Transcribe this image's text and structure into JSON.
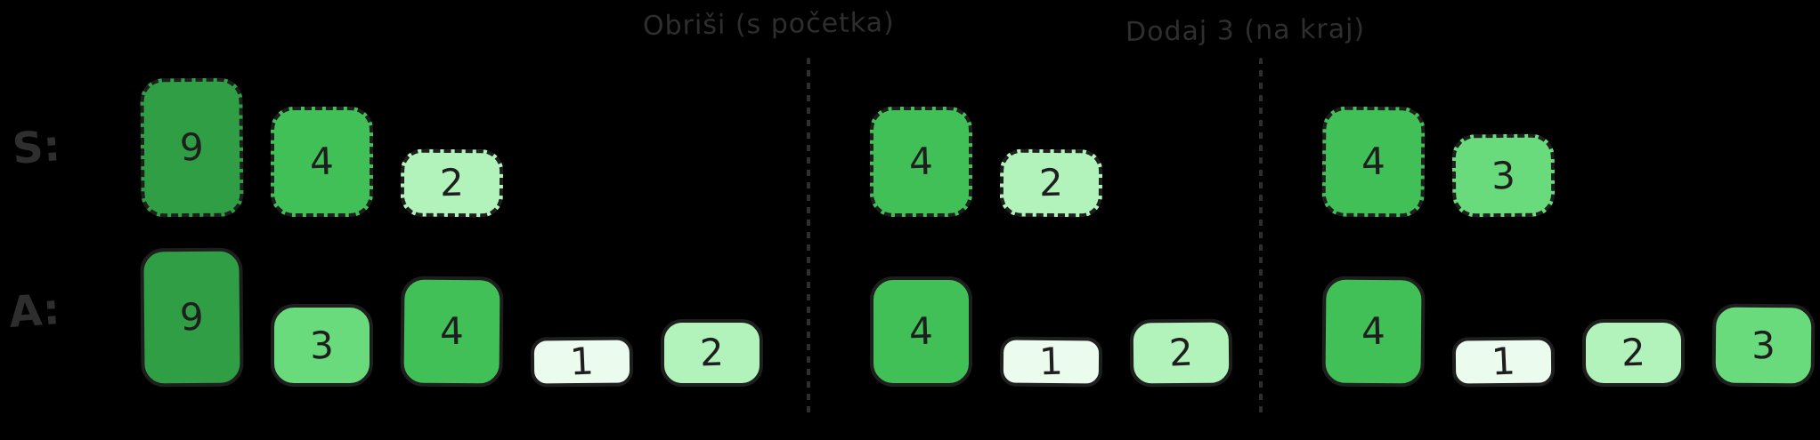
{
  "canvas": {
    "background": "#000000"
  },
  "headers": [
    "Obriši (s početka)",
    "Dodaj 3 (na kraj)"
  ],
  "row_labels": {
    "stack": "S:",
    "array": "A:"
  },
  "colors": {
    "stroke": "#1e1e1e",
    "annotation": "#2e2e2e",
    "value_fills": {
      "1": "#ebfbee",
      "2": "#b2f2bb",
      "3": "#69db7c",
      "4": "#40c057",
      "9": "#2f9e44"
    }
  },
  "panels": [
    {
      "stack": [
        9,
        4,
        2
      ],
      "array": [
        9,
        3,
        4,
        1,
        2
      ]
    },
    {
      "stack": [
        4,
        2
      ],
      "array": [
        4,
        1,
        2
      ]
    },
    {
      "stack": [
        4,
        3
      ],
      "array": [
        4,
        1,
        2,
        3
      ]
    }
  ]
}
